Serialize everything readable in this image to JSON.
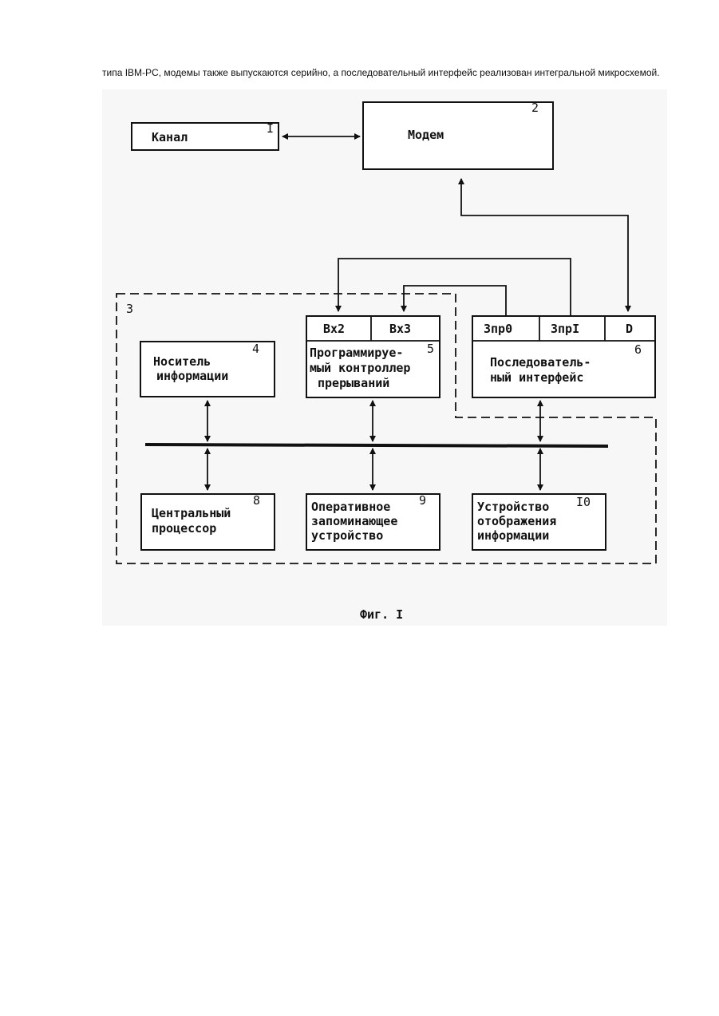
{
  "intro_text": "типа IBM-PC, модемы также выпускаются серийно, а последовательный интерфейс реализован интегральной микросхемой.",
  "blocks": {
    "kanal": {
      "label": "Канал",
      "num": "I"
    },
    "modem": {
      "label": "Модем",
      "num": "2"
    },
    "computer_num": "3",
    "nositel": {
      "lines": [
        "Носитель",
        "информации"
      ],
      "num": "4"
    },
    "controller": {
      "lines": [
        "Программируе-",
        "мый контроллер",
        "прерываний"
      ],
      "num": "5",
      "inputs": [
        "Вх2",
        "Вх3"
      ]
    },
    "interface": {
      "lines": [
        "Последователь-",
        "ный интерфейс"
      ],
      "num": "6",
      "outputs": [
        "Зпр0",
        "ЗпрI",
        "D"
      ]
    },
    "cpu": {
      "lines": [
        "Центральный",
        "процессор"
      ],
      "num": "8"
    },
    "ram": {
      "lines": [
        "Оперативное",
        "запоминающее",
        "устройство"
      ],
      "num": "9"
    },
    "display": {
      "lines": [
        "Устройство",
        "отображения",
        "информации"
      ],
      "num": "I0"
    }
  },
  "caption": "Фиг. I"
}
